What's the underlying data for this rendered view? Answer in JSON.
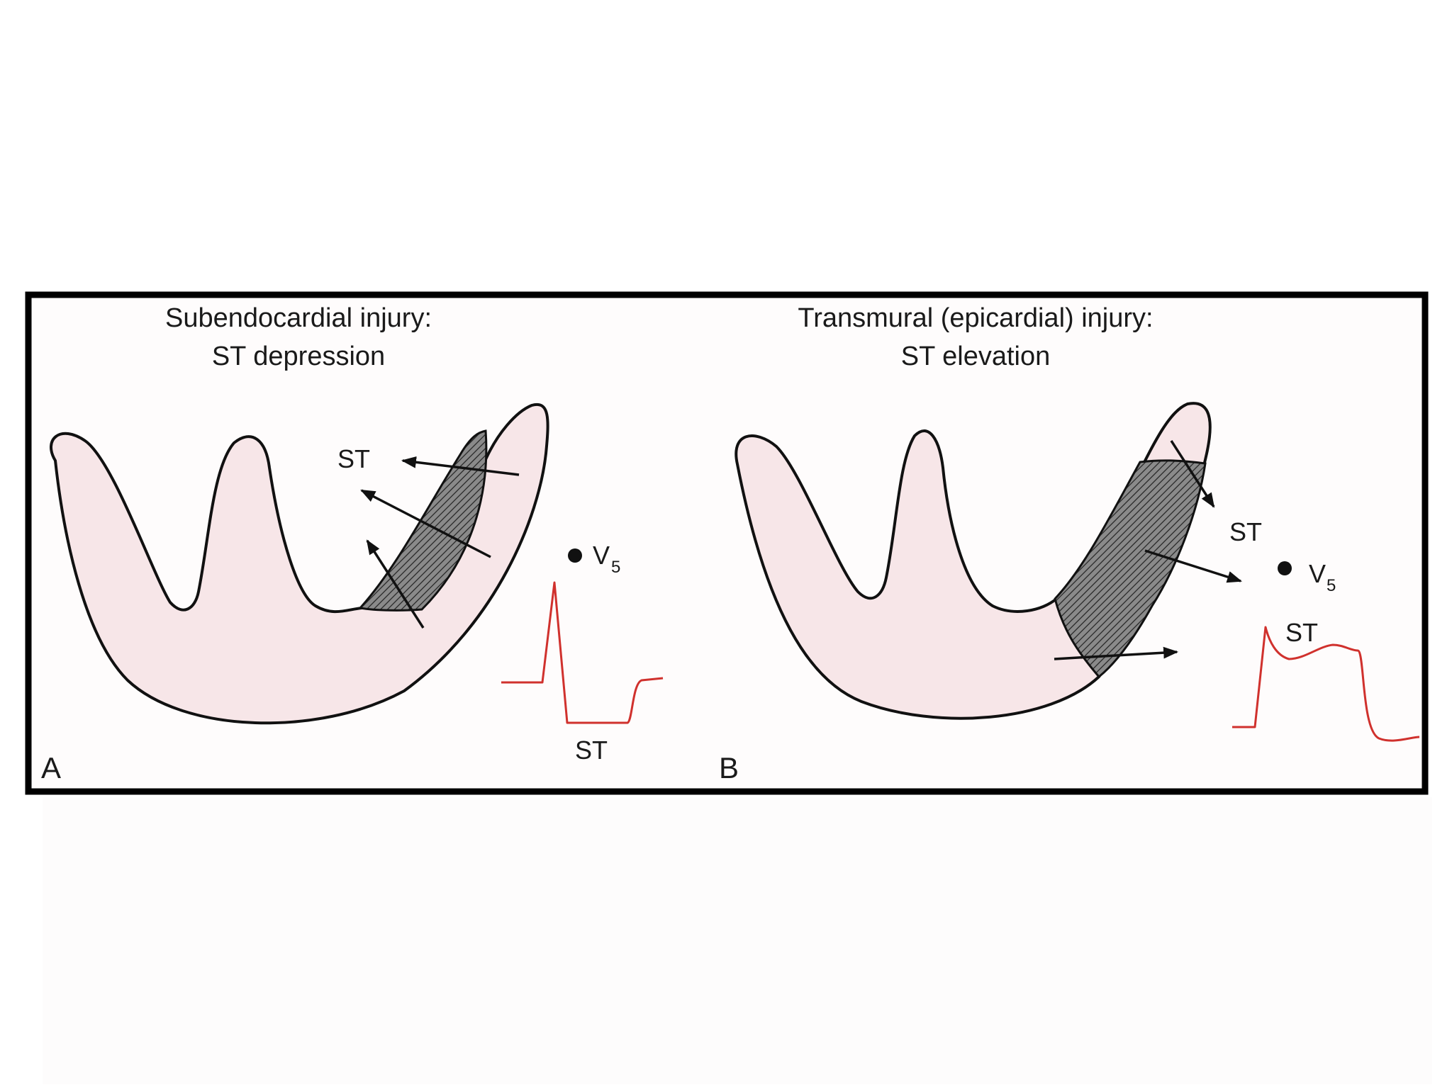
{
  "panel_a": {
    "title_line1": "Subendocardial injury:",
    "title_line2": "ST depression",
    "st_label_arrow": "ST",
    "lead_label": "V",
    "lead_subscript": "5",
    "st_label_ecg": "ST",
    "panel_letter": "A"
  },
  "panel_b": {
    "title_line1": "Transmural (epicardial) injury:",
    "title_line2": "ST elevation",
    "st_label_arrow": "ST",
    "lead_label": "V",
    "lead_subscript": "5",
    "st_label_ecg": "ST",
    "panel_letter": "B"
  },
  "colors": {
    "heart_fill": "#f7e6e8",
    "ecg_trace": "#d0312d",
    "frame": "#000000",
    "injury_hatch": "#111111"
  }
}
